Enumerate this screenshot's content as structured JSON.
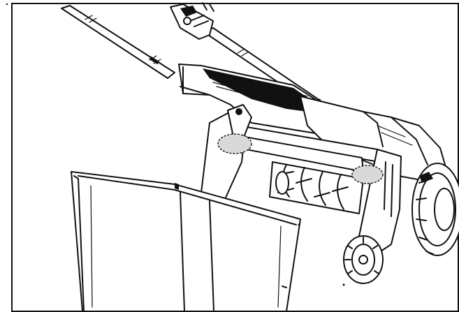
{
  "figure": {
    "kind": "assembly-illustration",
    "style": "black line art",
    "colors": {
      "line": "#111111",
      "background": "#ffffff",
      "highlight": "#d9d9d9"
    },
    "highlighted_points": 2
  }
}
